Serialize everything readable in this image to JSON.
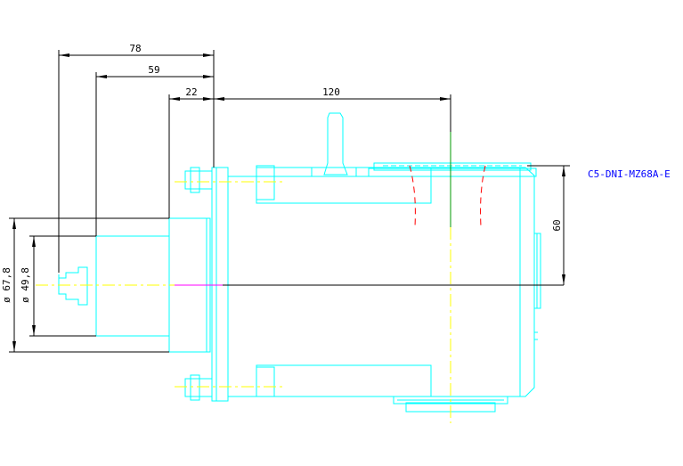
{
  "drawing": {
    "part_number": "C5-DNI-MZ68A-E",
    "dimensions": {
      "d78": "78",
      "d59": "59",
      "d22": "22",
      "d120": "120",
      "d60": "60",
      "dia_67_8": "ø 67,8",
      "dia_49_8": "ø 49,8"
    },
    "colors": {
      "part_outline": "#00ffff",
      "dimension": "#000000",
      "center_line": "#ffff00",
      "hidden_line": "#ff0000",
      "label": "#0000ff",
      "background": "#ffffff"
    }
  }
}
